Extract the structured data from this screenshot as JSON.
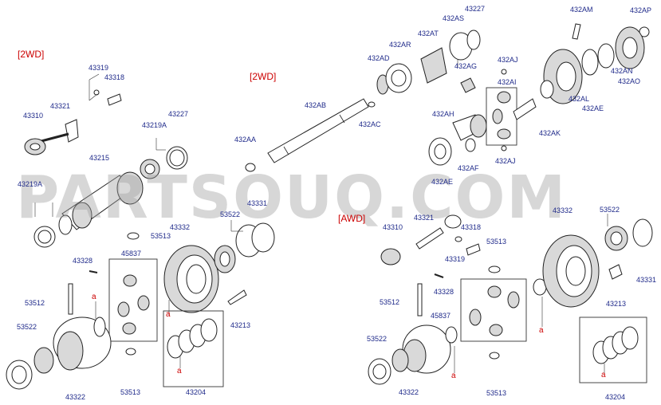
{
  "sections": {
    "twd_left": "[2WD]",
    "twd_mid": "[2WD]",
    "awd": "[AWD]"
  },
  "watermark": "PARTSOUQ.COM",
  "ref_mark": "a",
  "labels": {
    "p43319_l": "43319",
    "p43318_l": "43318",
    "p43321_l": "43321",
    "p43310_l": "43310",
    "p43219a_l": "43219A",
    "p43227_l": "43227",
    "p43215": "43215",
    "p43219a_b": "43219A",
    "p53513_l1": "53513",
    "p43332_l": "43332",
    "p53522_m": "53522",
    "p43331_m": "43331",
    "p45837_l": "45837",
    "p43328_l": "43328",
    "p53512_l": "53512",
    "p53522_l": "53522",
    "p43322_l": "43322",
    "p53513_l2": "53513",
    "p43204_l": "43204",
    "p43213_l": "43213",
    "p432aa": "432AA",
    "p432ab": "432AB",
    "p432ac": "432AC",
    "p432ad": "432AD",
    "p432ar": "432AR",
    "p432at": "432AT",
    "p432as": "432AS",
    "p43227_t": "43227",
    "p432ag": "432AG",
    "p432ah": "432AH",
    "p432ae_m": "432AE",
    "p432af": "432AF",
    "p432aj_t": "432AJ",
    "p432ai": "432AI",
    "p432aj_b": "432AJ",
    "p432am": "432AM",
    "p432ap": "432AP",
    "p432an": "432AN",
    "p432ao": "432AO",
    "p432al": "432AL",
    "p432ae_r": "432AE",
    "p432ak": "432AK",
    "p43321_r": "43321",
    "p43310_r": "43310",
    "p43318_r": "43318",
    "p43319_r": "43319",
    "p53513_r1": "53513",
    "p43328_r": "43328",
    "p53512_r": "53512",
    "p45837_r": "45837",
    "p53522_r": "53522",
    "p43322_r": "43322",
    "p53513_r2": "53513",
    "p43332_r": "43332",
    "p53522_rt": "53522",
    "p43331_r": "43331",
    "p43213_r": "43213",
    "p43204_r": "43204"
  }
}
